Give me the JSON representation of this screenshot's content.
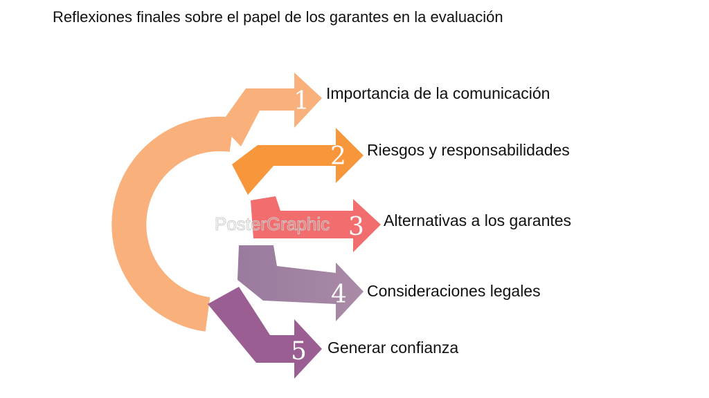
{
  "title": "Reflexiones finales sobre el papel de los garantes en la evaluación",
  "watermark": "PosterGraphic",
  "items": [
    {
      "number": "1",
      "label": "Importancia de la comunicación",
      "color": "#F9B07A"
    },
    {
      "number": "2",
      "label": "Riesgos y responsabilidades",
      "color": "#F7963A"
    },
    {
      "number": "3",
      "label": "Alternativas a los garantes",
      "color": "#F26D6D"
    },
    {
      "number": "4",
      "label": "Consideraciones legales",
      "color": "#A07A9A"
    },
    {
      "number": "5",
      "label": "Generar confianza",
      "color": "#9A5E92"
    }
  ]
}
